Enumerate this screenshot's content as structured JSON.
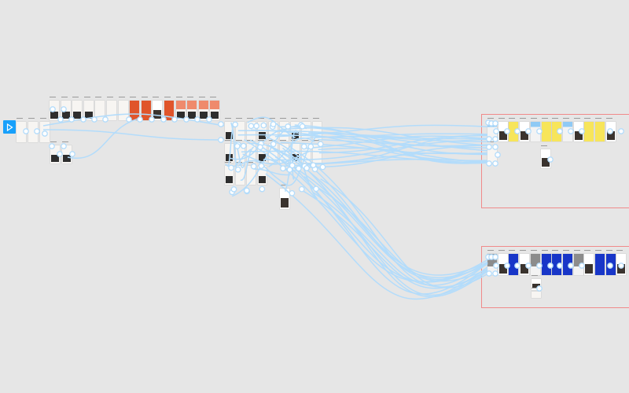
{
  "canvas": {
    "background": "#e6e6e6"
  },
  "start_button": {
    "icon": "play-icon",
    "color": "#18a0fb"
  },
  "colors": {
    "connector": "#b3dcfb",
    "node": "#ffffff",
    "section_border": "#f08a8a",
    "orange": "#e0552b",
    "yellow": "#f7e55a",
    "blue": "#1836c8",
    "gray": "#8c8c8c",
    "dark": "#2e2e2e",
    "lightblue": "#8fcaf5"
  },
  "flows": {
    "top_row": [
      "dark",
      "dark",
      "dark",
      "dark",
      "white",
      "white",
      "white",
      "orange",
      "orange",
      "photo",
      "orange",
      "salmon",
      "salmon",
      "salmon",
      "salmon"
    ],
    "right_section_1": [
      "lightblue",
      "photo",
      "yellow",
      "photo",
      "lightblue",
      "yellow",
      "yellow",
      "lightblue",
      "photo",
      "yellow",
      "yellow",
      "photo"
    ],
    "right_section_2": [
      "gray",
      "photo",
      "blue",
      "photo",
      "gray",
      "blue",
      "blue",
      "blue",
      "gray",
      "photo",
      "blue",
      "blue",
      "photo"
    ]
  }
}
